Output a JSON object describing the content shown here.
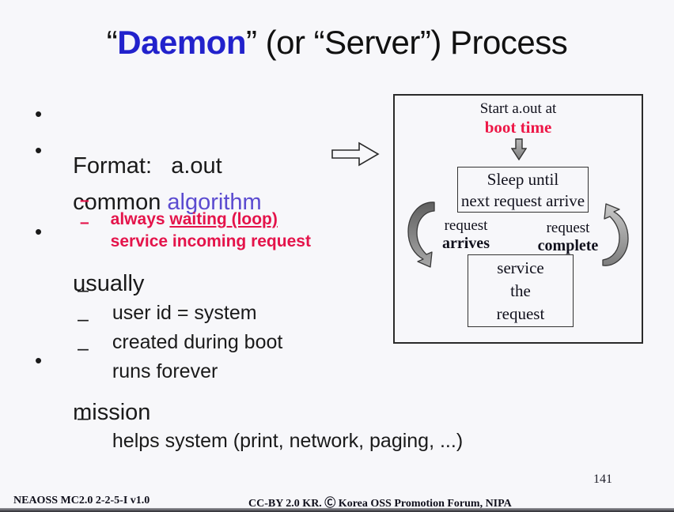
{
  "title": {
    "open_quote": "“",
    "daemon": "Daemon",
    "close_quote": "”",
    "rest": " (or “Server”) Process"
  },
  "markers": {
    "bullet": "•",
    "dash": "–"
  },
  "bullets": {
    "format": "Format:   a.out",
    "common_black": "common ",
    "common_accent": "algorithm",
    "red1_plain": "always ",
    "red1_underlined": "waiting (loop)",
    "red2": "service incoming request",
    "usually": "usually",
    "sub_userid": "user id = system",
    "sub_created": "created during boot",
    "sub_runs": "runs forever",
    "mission": "mission",
    "sub_helps": "helps system (print, network, paging, ...)"
  },
  "diagram": {
    "start_line1": "Start a.out at",
    "start_line2": "boot time",
    "sleep_line1": "Sleep until",
    "sleep_line2": "next request arrive",
    "arrives_line1": "request",
    "arrives_line2": "arrives",
    "complete_line1": "request",
    "complete_line2": "complete",
    "service_line1": "service",
    "service_line2": "the",
    "service_line3": "request"
  },
  "footer": {
    "left": "NEAOSS MC2.0 2-2-5-I v1.0",
    "center": "CC-BY 2.0 KR. Ⓒ Korea OSS Promotion Forum, NIPA",
    "page_number": "141"
  },
  "colors": {
    "background": "#f7f7fa",
    "title_blue": "#2222cc",
    "algorithm_purple": "#5b4bd0",
    "list_red": "#e4134a",
    "diagram_red": "#ed1747",
    "arrow_gray": "#8a8a8a"
  },
  "icons": {
    "flow_right_arrow": "hollow right block arrow",
    "boot_down_arrow": "gray down block arrow",
    "cycle_left": "gray curved arrow pointing down",
    "cycle_right": "gray curved arrow pointing up"
  }
}
